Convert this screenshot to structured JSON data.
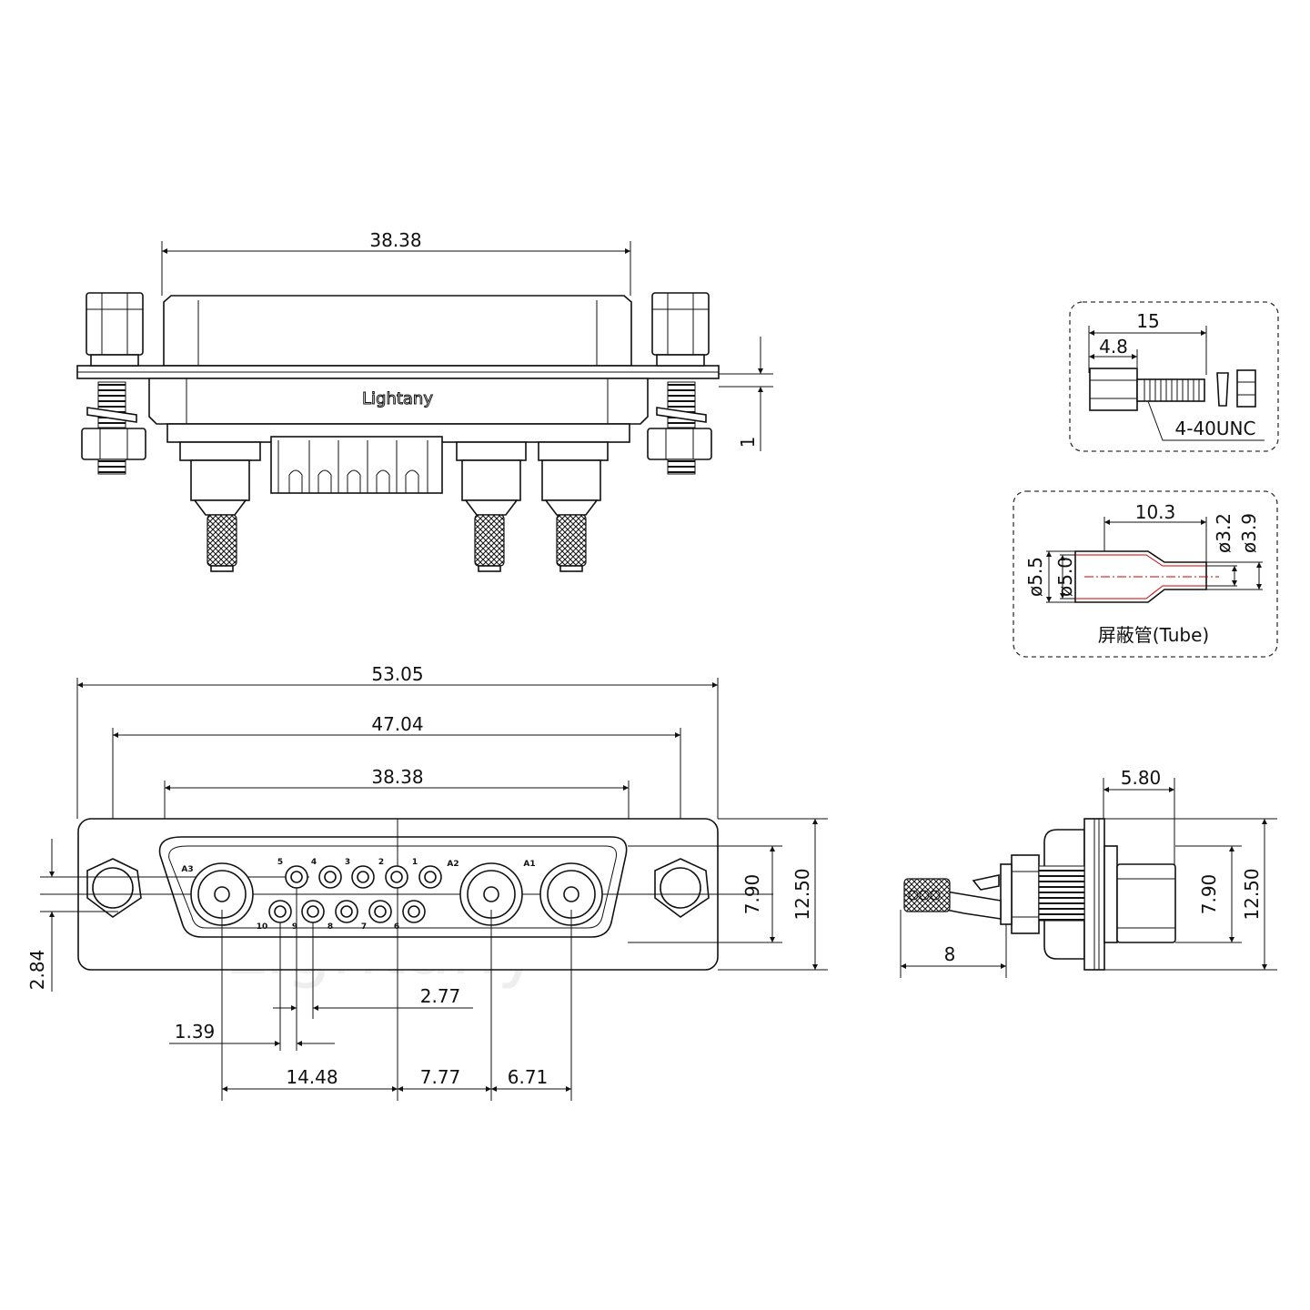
{
  "brand": "Lightany",
  "top_view": {
    "width_dim": "38.38",
    "thickness_dim": "1"
  },
  "screw_detail": {
    "length_dim": "15",
    "head_dim": "4.8",
    "thread_label": "4-40UNC"
  },
  "tube_detail": {
    "length_dim": "10.3",
    "d_outer_large": "ø5.5",
    "d_inner_large": "ø5.0",
    "d_inner_small": "ø3.2",
    "d_outer_small": "ø3.9",
    "caption": "屏蔽管(Tube)"
  },
  "front_view": {
    "overall_width": "53.05",
    "hole_spacing": "47.04",
    "shell_width": "38.38",
    "inner_height": "7.90",
    "overall_height": "12.50",
    "hole_offset": "2.84",
    "signal_pitch": "2.77",
    "row_offset": "1.39",
    "a3_to_center": "14.48",
    "center_to_a2": "7.77",
    "a2_to_a1": "6.71",
    "pin_labels": {
      "a3": "A3",
      "a2": "A2",
      "a1": "A1",
      "p1": "1",
      "p2": "2",
      "p3": "3",
      "p4": "4",
      "p5": "5",
      "p6": "6",
      "p7": "7",
      "p8": "8",
      "p9": "9",
      "p10": "10"
    }
  },
  "side_view": {
    "flange_dim": "5.80",
    "inner_height": "7.90",
    "overall_height": "12.50",
    "pin_length": "8"
  }
}
